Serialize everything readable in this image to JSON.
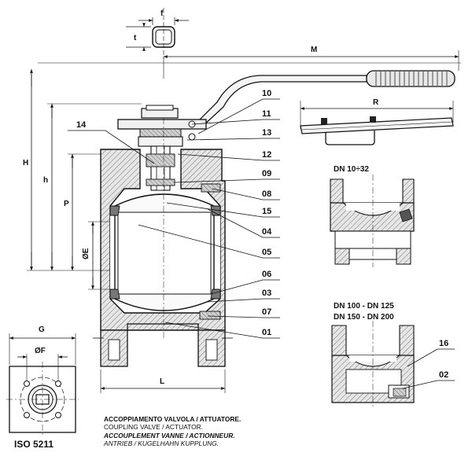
{
  "dimensions": {
    "f": "f",
    "t": "t",
    "M": "M",
    "R": "R",
    "H": "H",
    "h": "h",
    "P": "P",
    "E": "ØE",
    "G": "G",
    "F": "ØF",
    "L": "L"
  },
  "callouts": [
    "01",
    "02",
    "03",
    "04",
    "05",
    "06",
    "07",
    "08",
    "09",
    "10",
    "11",
    "12",
    "13",
    "14",
    "15",
    "16"
  ],
  "section_labels": {
    "small": "DN 10÷32",
    "large_line1": "DN 100 - DN 125",
    "large_line2": "DN 150 - DN 200"
  },
  "standard": "ISO 5211",
  "caption": {
    "it": "ACCOPPIAMENTO VALVOLA / ATTUATORE.",
    "en": "COUPLING VALVE / ACTUATOR.",
    "fr": "ACCOUPLEMENT VANNE / ACTIONNEUR.",
    "de": "ANTRIEB / KUGELHAHN KUPPLUNG."
  }
}
